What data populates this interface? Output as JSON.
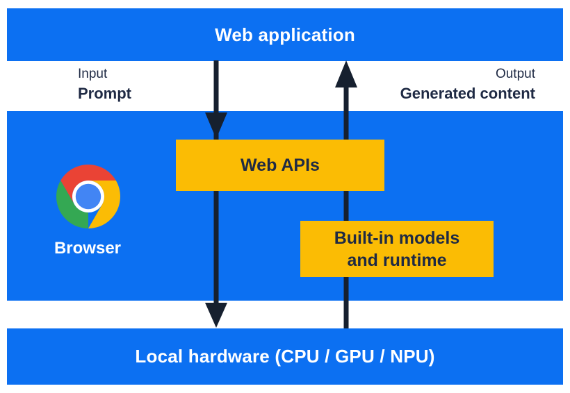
{
  "colors": {
    "blue": "#0c70f2",
    "yellow": "#fbbc04",
    "ink": "#1f2a44",
    "arrow": "#16202f",
    "white": "#ffffff",
    "chrome_red": "#ea4335",
    "chrome_green": "#34a853",
    "chrome_yellow": "#fbbc05",
    "chrome_blue": "#4285f4"
  },
  "top_band": {
    "label": "Web application"
  },
  "io_labels": {
    "input_title": "Input",
    "input_value": "Prompt",
    "output_title": "Output",
    "output_value": "Generated content"
  },
  "browser_band": {
    "browser_label": "Browser",
    "web_apis_label": "Web APIs",
    "builtin_models_line1": "Built-in models",
    "builtin_models_line2": "and runtime"
  },
  "bottom_band": {
    "label": "Local hardware (CPU / GPU / NPU)"
  }
}
